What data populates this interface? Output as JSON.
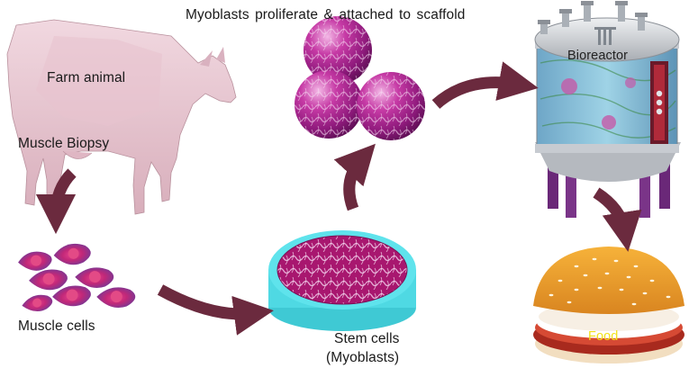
{
  "labels": {
    "title": "Myoblasts proliferate & attached to scaffold",
    "farm_animal": "Farm animal",
    "muscle_biopsy": "Muscle Biopsy",
    "muscle_cells": "Muscle cells",
    "stem_cells_line1": "Stem cells",
    "stem_cells_line2": "(Myoblasts)",
    "bioreactor": "Bioreactor",
    "food": "Food"
  },
  "colors": {
    "arrow": "#6b2a3e",
    "cow": "#e9c9d3",
    "cell_pink": "#c2207f",
    "dish_rim": "#4fd9e3",
    "reactor_body": "#7fb7d6",
    "reactor_legs": "#6a2878",
    "bun": "#f0a52c",
    "patty": "#b83a2a",
    "food_text": "#f2e21a"
  }
}
